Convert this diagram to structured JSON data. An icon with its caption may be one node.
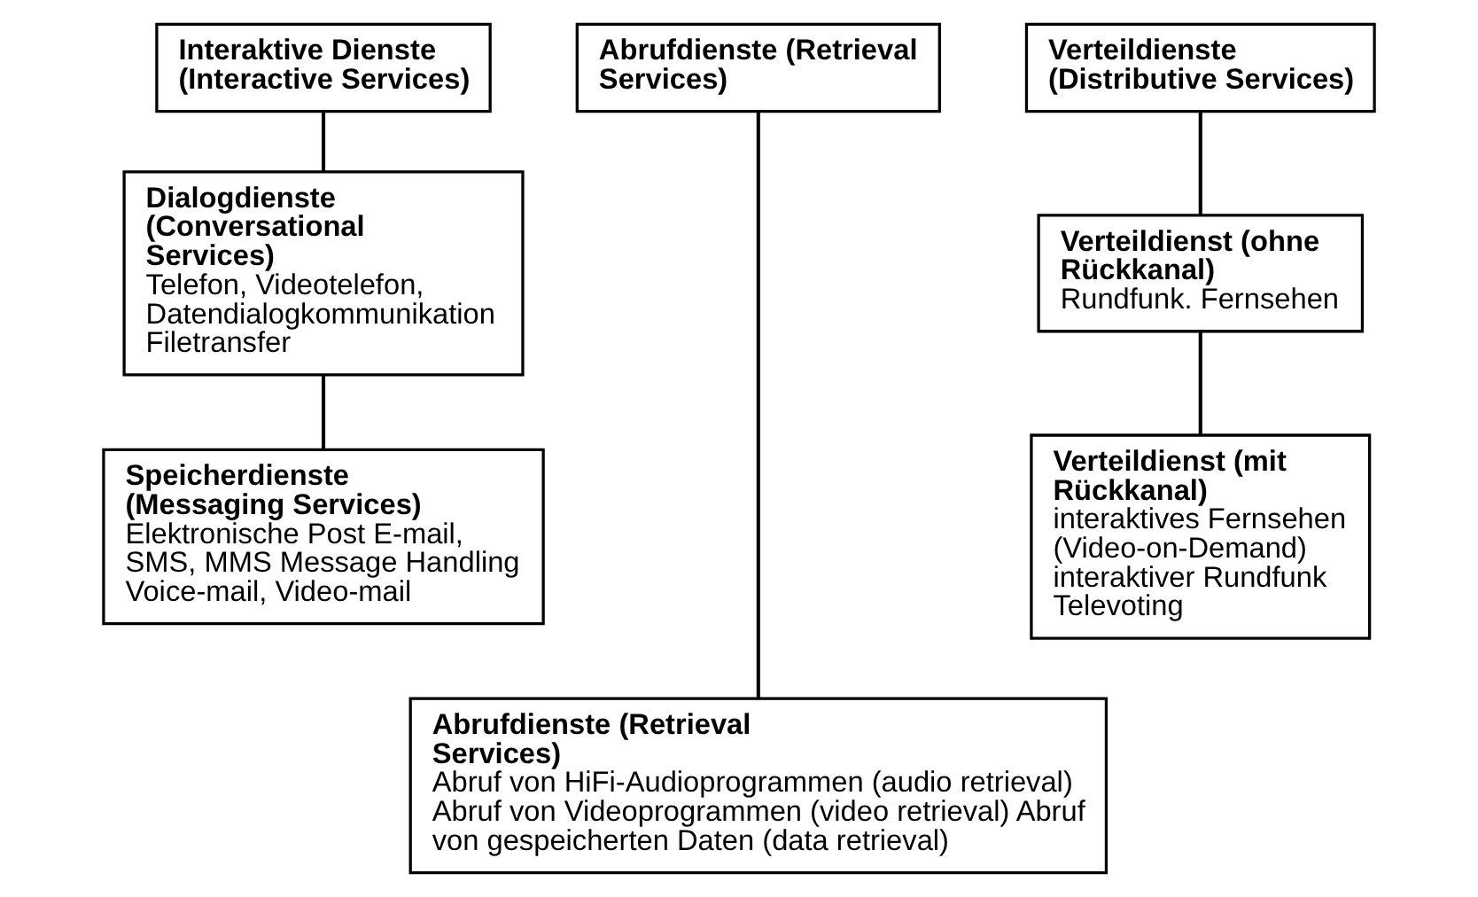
{
  "diagram": {
    "nodes": [
      {
        "text": [
          "Interaktive Dienste (Interactive Services)"
        ]
      },
      {
        "text": [
          "Dialogdienste (Conversational Services)",
          "Telefon, Videotelefon, Datendialogkommunikation Filetransfer"
        ]
      },
      {
        "text": [
          "Speicherdienste (Messaging Services)",
          "Elektronische Post E-mail, SMS, MMS Message Handling Voice-mail, Video-mail"
        ]
      },
      {
        "text": [
          "Abrufdienste (Retrieval Services)"
        ]
      },
      {
        "text": [
          "Verteildienste (Distributive Services)"
        ]
      },
      {
        "text": [
          "Verteildienst (ohne Rückkanal)",
          "Rundfunk. Fernsehen"
        ]
      },
      {
        "text": [
          "Verteildienst (mit Rückkanal)",
          "interaktives Fernsehen (Video-on-Demand) interaktiver Rundfunk Televoting"
        ]
      },
      {
        "text": [
          "Abrufdienste (Retrieval Services)",
          "Abruf von HiFi-Audioprogrammen (audio retrieval) Abruf von Videoprogrammen (video retrieval) Abruf von gespeicherten Daten (data retrieval)"
        ]
      }
    ],
    "edges": [
      {
        "from": 0,
        "to": 1,
        "arrow": "none"
      },
      {
        "from": 1,
        "to": 2,
        "arrow": "none"
      },
      {
        "from": 3,
        "to": 7,
        "arrow": "none"
      },
      {
        "from": 4,
        "to": 5,
        "arrow": "none"
      },
      {
        "from": 5,
        "to": 6,
        "arrow": "none"
      }
    ]
  }
}
